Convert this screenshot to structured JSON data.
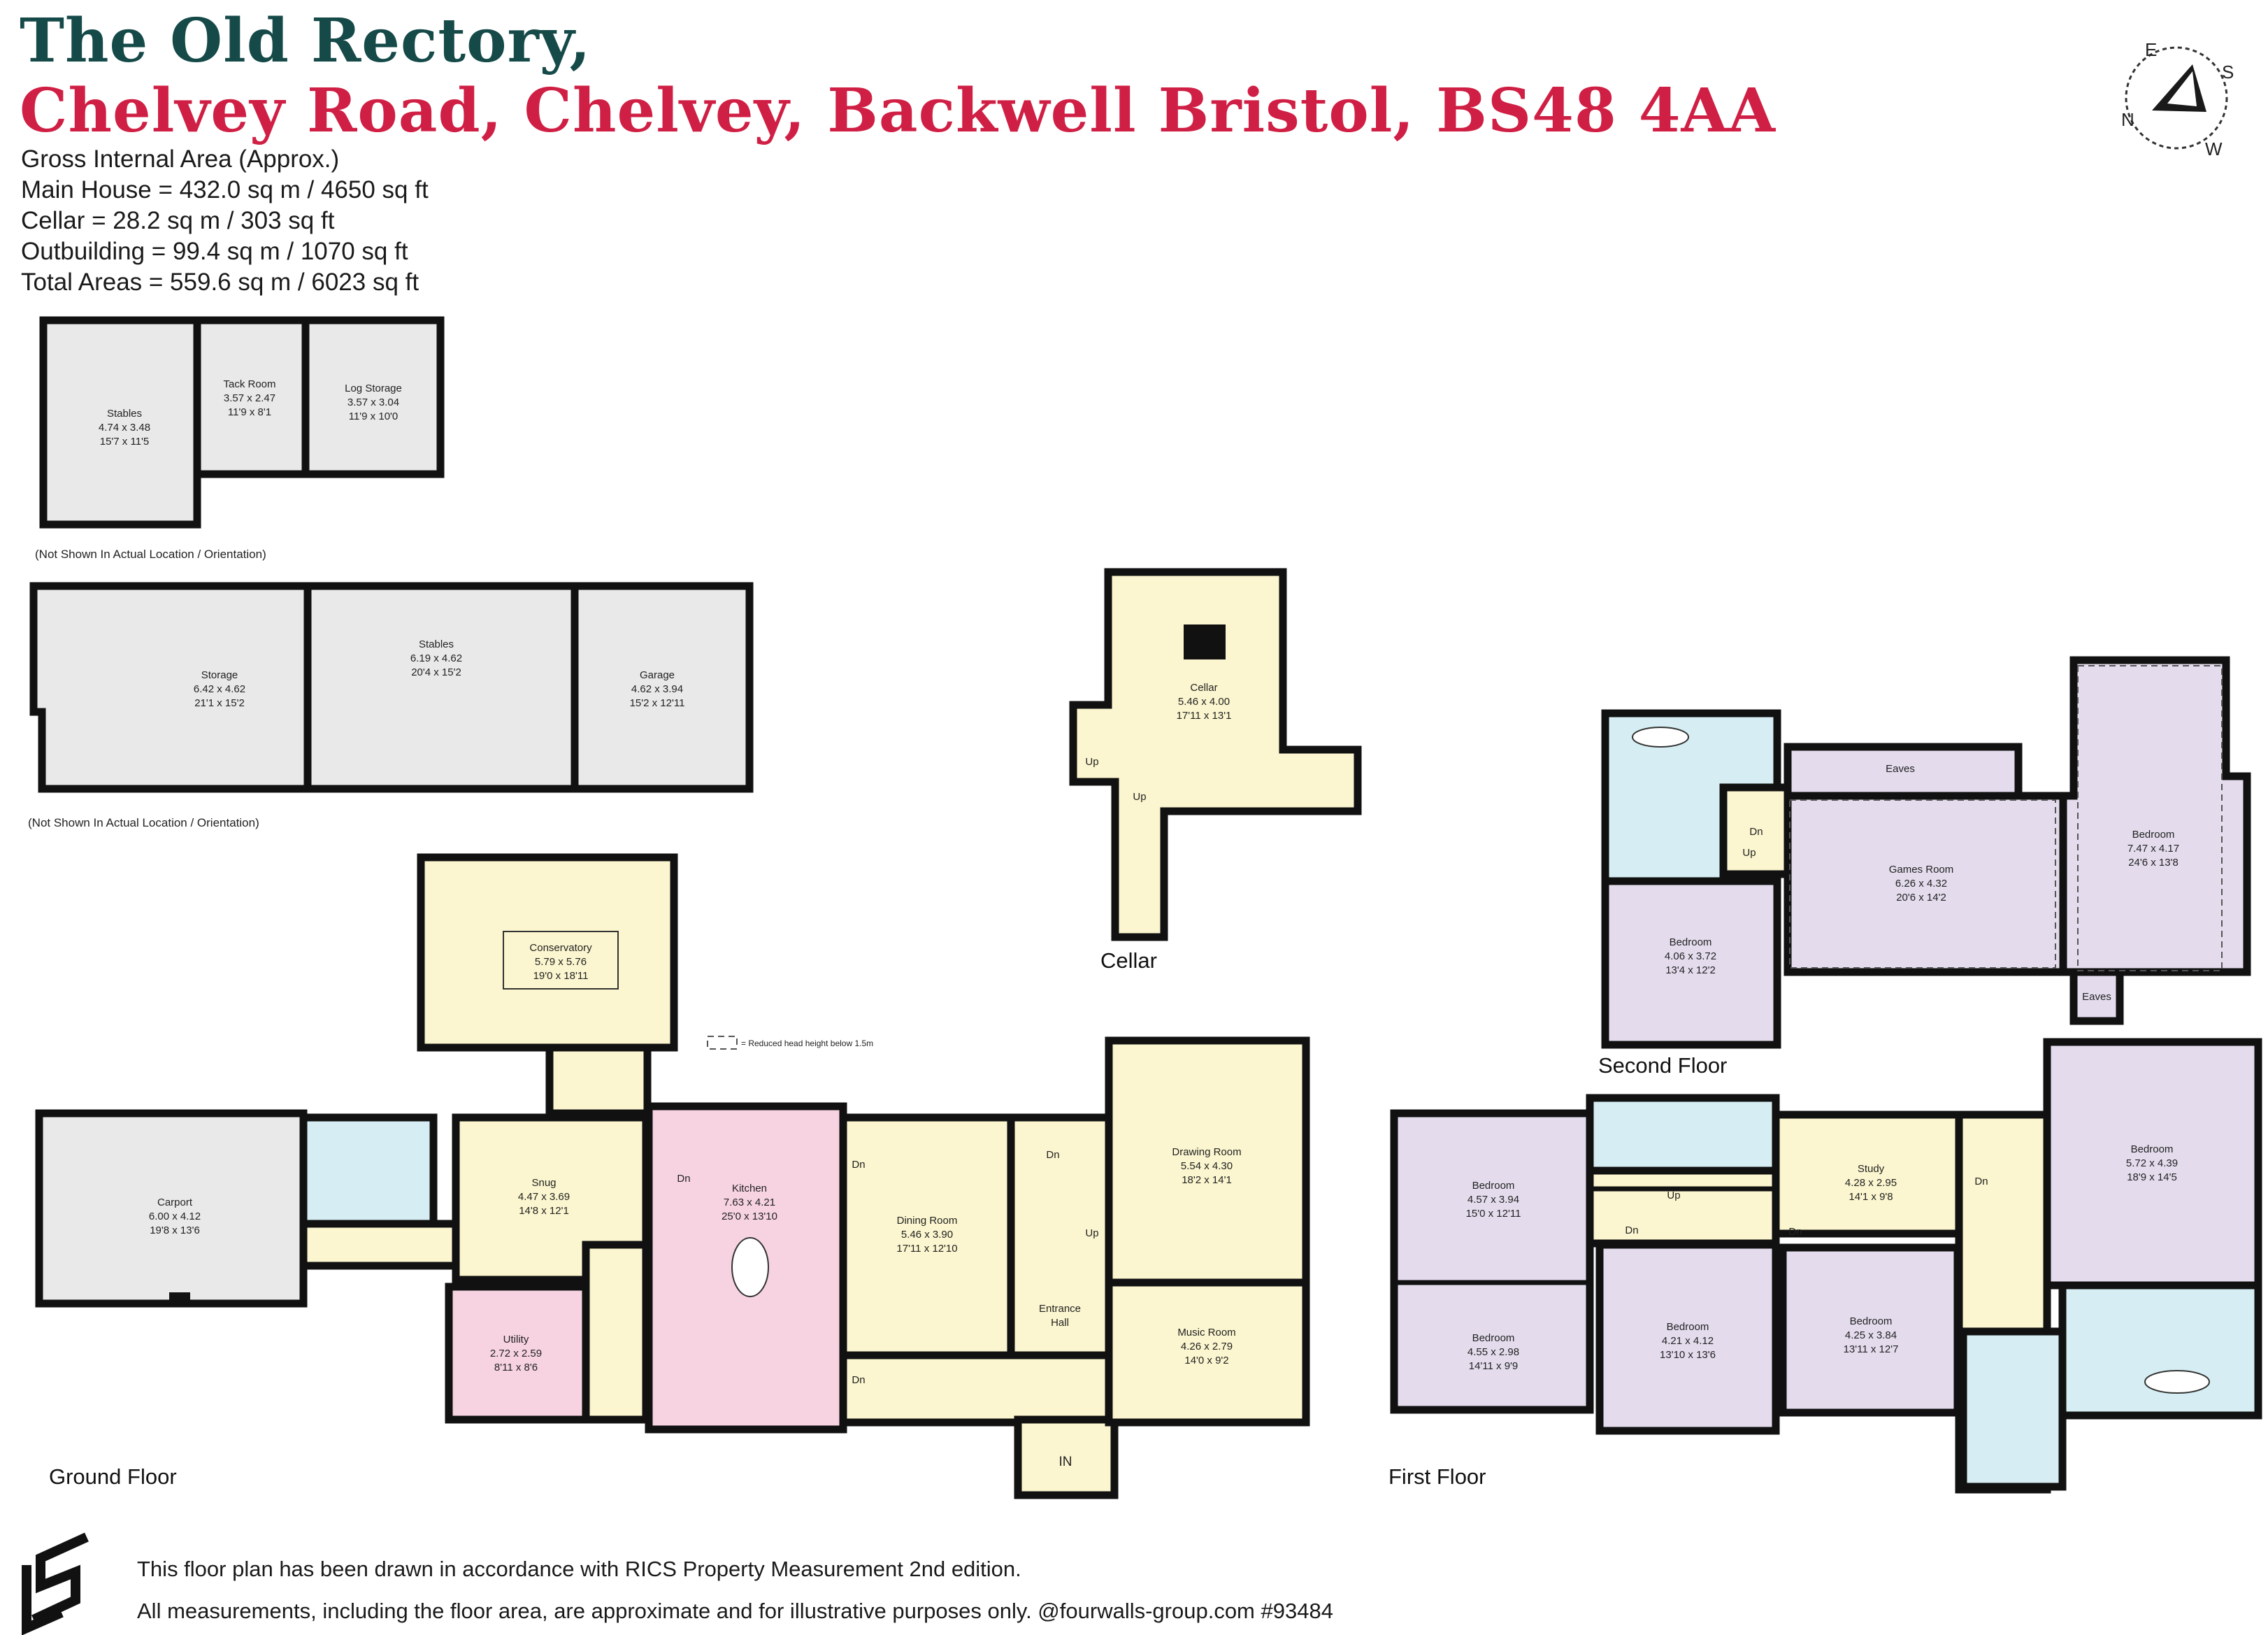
{
  "title": {
    "line1": "The Old Rectory,",
    "line2": "Chelvey Road, Chelvey, Backwell Bristol, BS48 4AA"
  },
  "areas": [
    "Gross Internal Area (Approx.)",
    "Main House = 432.0 sq m / 4650 sq ft",
    "Cellar = 28.2 sq m / 303 sq ft",
    "Outbuilding = 99.4 sq m / 1070 sq ft",
    "Total Areas = 559.6 sq m / 6023 sq ft"
  ],
  "compass": {
    "e": "E",
    "s": "S",
    "n": "N",
    "w": "W"
  },
  "notes": {
    "not_shown_1": "(Not Shown In Actual Location / Orientation)",
    "not_shown_2": "(Not Shown In Actual Location / Orientation)",
    "reduced_head": "= Reduced head height below 1.5m"
  },
  "floors": {
    "ground": "Ground Floor",
    "first": "First Floor",
    "second": "Second Floor",
    "cellar": "Cellar"
  },
  "rooms": {
    "stables1": {
      "name": "Stables",
      "m": "4.74 x 3.48",
      "ft": "15'7 x 11'5"
    },
    "tack": {
      "name": "Tack Room",
      "m": "3.57 x 2.47",
      "ft": "11'9 x 8'1"
    },
    "log": {
      "name": "Log Storage",
      "m": "3.57 x 3.04",
      "ft": "11'9 x 10'0"
    },
    "storage": {
      "name": "Storage",
      "m": "6.42 x 4.62",
      "ft": "21'1 x 15'2"
    },
    "stables2": {
      "name": "Stables",
      "m": "6.19 x 4.62",
      "ft": "20'4 x 15'2"
    },
    "garage": {
      "name": "Garage",
      "m": "4.62 x 3.94",
      "ft": "15'2 x 12'11"
    },
    "cellar": {
      "name": "Cellar",
      "m": "5.46 x 4.00",
      "ft": "17'11 x 13'1"
    },
    "conservatory": {
      "name": "Conservatory",
      "m": "5.79 x 5.76",
      "ft": "19'0 x 18'11"
    },
    "carport": {
      "name": "Carport",
      "m": "6.00 x 4.12",
      "ft": "19'8 x 13'6"
    },
    "snug": {
      "name": "Snug",
      "m": "4.47 x 3.69",
      "ft": "14'8 x 12'1"
    },
    "utility": {
      "name": "Utility",
      "m": "2.72 x 2.59",
      "ft": "8'11 x 8'6"
    },
    "kitchen": {
      "name": "Kitchen",
      "m": "7.63 x 4.21",
      "ft": "25'0 x 13'10"
    },
    "dining": {
      "name": "Dining Room",
      "m": "5.46 x 3.90",
      "ft": "17'11 x 12'10"
    },
    "hall": {
      "name": "Entrance",
      "name2": "Hall"
    },
    "drawing": {
      "name": "Drawing Room",
      "m": "5.54 x 4.30",
      "ft": "18'2 x 14'1"
    },
    "music": {
      "name": "Music Room",
      "m": "4.26 x 2.79",
      "ft": "14'0 x 9'2"
    },
    "bed_f1": {
      "name": "Bedroom",
      "m": "4.57 x 3.94",
      "ft": "15'0 x 12'11"
    },
    "bed_f2": {
      "name": "Bedroom",
      "m": "4.55 x 2.98",
      "ft": "14'11 x 9'9"
    },
    "bed_f3": {
      "name": "Bedroom",
      "m": "4.21 x 4.12",
      "ft": "13'10 x 13'6"
    },
    "study": {
      "name": "Study",
      "m": "4.28 x 2.95",
      "ft": "14'1 x 9'8"
    },
    "bed_f4": {
      "name": "Bedroom",
      "m": "4.25 x 3.84",
      "ft": "13'11 x 12'7"
    },
    "bed_f5": {
      "name": "Bedroom",
      "m": "5.72 x 4.39",
      "ft": "18'9 x 14'5"
    },
    "bed_s1": {
      "name": "Bedroom",
      "m": "4.06 x 3.72",
      "ft": "13'4 x 12'2"
    },
    "games": {
      "name": "Games Room",
      "m": "6.26 x 4.32",
      "ft": "20'6 x 14'2"
    },
    "bed_s2": {
      "name": "Bedroom",
      "m": "7.47 x 4.17",
      "ft": "24'6 x 13'8"
    },
    "eaves1": {
      "name": "Eaves"
    },
    "eaves2": {
      "name": "Eaves"
    }
  },
  "stairs": {
    "up": "Up",
    "dn": "Dn",
    "in": "IN"
  },
  "footer": {
    "line1": "This floor plan has been drawn in accordance with RICS Property Measurement 2nd edition.",
    "line2": "All measurements, including the floor area, are approximate and for illustrative purposes only. @fourwalls-group.com #93484"
  },
  "colors": {
    "title_dark": "#154a49",
    "title_red": "#d01f44",
    "wall": "#111111",
    "yellow": "#fbf6cf",
    "grey": "#e9e9e9",
    "pink": "#f7d3e2",
    "blue": "#d6eef3",
    "lavender": "#e4dced"
  }
}
